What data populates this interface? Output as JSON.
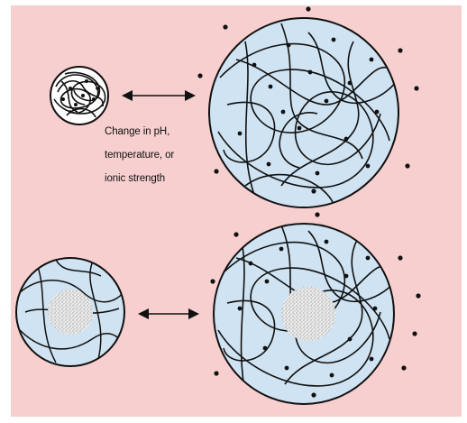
{
  "background_color": "#f7cfcf",
  "gel_fill_color": "#cfe3f2",
  "core_fill_color": "#e6e6e6",
  "ion_color": "#111111",
  "line_color": "#111111",
  "caption_lines": [
    "Change in pH,",
    "temperature, or",
    "ionic strength"
  ],
  "rows": [
    {
      "name": "empty-gel",
      "state_left": "collapsed, dense polymer network",
      "state_right": "swollen polymer network with dispersed ions",
      "arrow": "double-headed"
    },
    {
      "name": "loaded-gel",
      "state_left": "small gel with speckled core",
      "state_right": "swollen gel with speckled core",
      "arrow": "double-headed"
    }
  ]
}
